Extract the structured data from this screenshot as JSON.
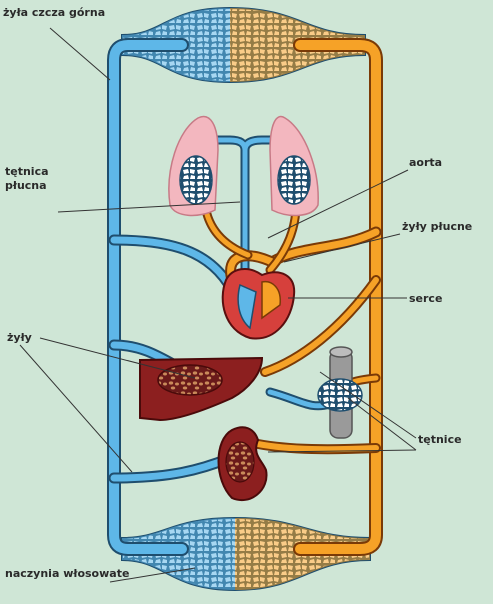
{
  "labels": {
    "superior_vena_cava": "żyła czcza górna",
    "pulmonary_artery_line1": "tętnica",
    "pulmonary_artery_line2": "płucna",
    "aorta": "aorta",
    "pulmonary_veins": "żyły płucne",
    "heart": "serce",
    "veins": "żyły",
    "arteries": "tętnice",
    "capillaries": "naczynia włosowate"
  },
  "colors": {
    "background": "#cfe6d6",
    "venous_blood": "#5eb7e8",
    "arterial_blood": "#f6a227",
    "lung": "#f3b7bf",
    "liver": "#8c1f1f",
    "heart": "#d6403c",
    "label_text": "#2a2a2a"
  }
}
